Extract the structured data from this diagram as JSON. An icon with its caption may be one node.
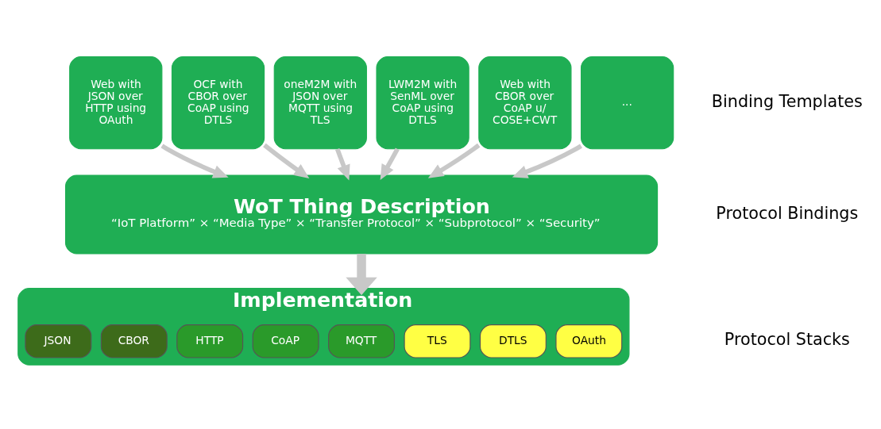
{
  "diagram": {
    "nodes": [
      {
        "text": [
          "Web with JSON over HTTP using OAuth"
        ]
      },
      {
        "text": [
          "OCF with CBOR over CoAP using DTLS"
        ]
      },
      {
        "text": [
          "oneM2M with JSON over MQTT using TLS"
        ]
      },
      {
        "text": [
          "LWM2M with SenML over CoAP using DTLS"
        ]
      },
      {
        "text": [
          "Web with CBOR over CoAP u/ COSE+CWT"
        ]
      },
      {
        "text": [
          "..."
        ]
      },
      {
        "text": [
          "WoT Thing Description",
          "“IoT Platform” × “Media Type” × “Transfer Protocol” × “Subprotocol” × “Security”"
        ]
      },
      {
        "text": [
          "Implementation"
        ]
      },
      {
        "text": [
          "JSON"
        ],
        "in": 7
      },
      {
        "text": [
          "CBOR"
        ],
        "in": 7
      },
      {
        "text": [
          "HTTP"
        ],
        "in": 7
      },
      {
        "text": [
          "CoAP"
        ],
        "in": 7
      },
      {
        "text": [
          "MQTT"
        ],
        "in": 7
      },
      {
        "text": [
          "TLS"
        ],
        "in": 7
      },
      {
        "text": [
          "DTLS"
        ],
        "in": 7
      },
      {
        "text": [
          "OAuth"
        ],
        "in": 7
      }
    ],
    "edges": [
      {
        "from": 0,
        "to": 6,
        "arrow": "to"
      },
      {
        "from": 1,
        "to": 6,
        "arrow": "to"
      },
      {
        "from": 2,
        "to": 6,
        "arrow": "to"
      },
      {
        "from": 3,
        "to": 6,
        "arrow": "to"
      },
      {
        "from": 4,
        "to": 6,
        "arrow": "to"
      },
      {
        "from": 5,
        "to": 6,
        "arrow": "to"
      },
      {
        "from": 6,
        "to": 7,
        "arrow": "to",
        "style": "thick"
      }
    ],
    "labels": [
      "Binding Templates",
      "Protocol Bindings",
      "Protocol Stacks"
    ]
  }
}
